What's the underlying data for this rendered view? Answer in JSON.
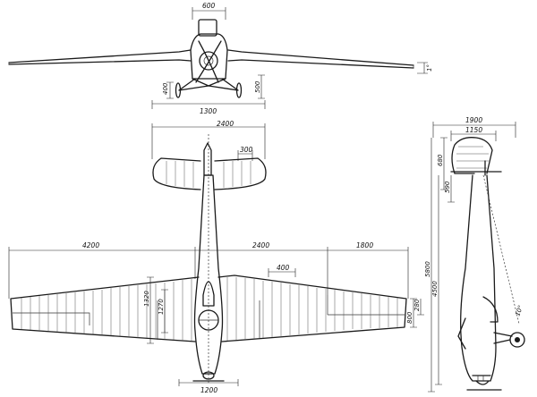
{
  "front_view": {
    "dim_top": "600",
    "dim_left_gear": "400",
    "dim_right_gear": "500",
    "dim_track": "1300"
  },
  "plan_view": {
    "dim_tail_span": "2400",
    "dim_elevator": "300",
    "dim_left_outer": "4200",
    "dim_center": "2400",
    "dim_right_outer": "1800",
    "dim_flap": "400",
    "dim_root_chord": "1320",
    "dim_inner_chord": "1270",
    "dim_tip_chord": "800",
    "dim_tip_small": "280",
    "dim_nose": "1200"
  },
  "side_view": {
    "dim_height": "1900",
    "dim_height_inner": "1150",
    "dim_fin_top": "680",
    "dim_fin": "590",
    "dim_overall": "5800",
    "dim_fuselage": "4500",
    "dim_angle": "10°"
  }
}
